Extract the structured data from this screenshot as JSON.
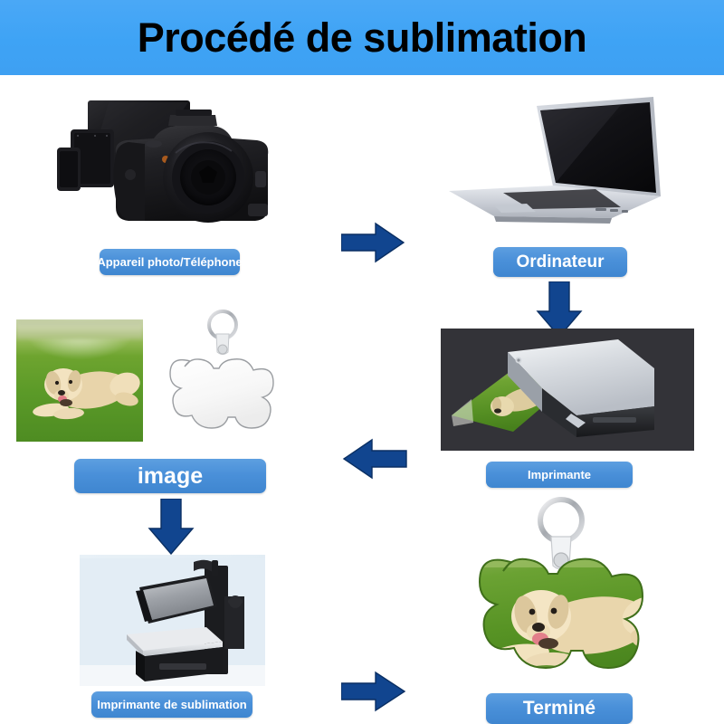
{
  "banner": {
    "title": "Procédé de sublimation",
    "bg_color_start": "#4aa8f6",
    "bg_color_end": "#3ea0f2",
    "text_color": "#000000"
  },
  "theme": {
    "arrow_color": "#11458f",
    "pill_color": "#4a90d9",
    "pill_text_color": "#ffffff",
    "page_bg": "#ffffff"
  },
  "steps": [
    {
      "id": "camera-phone",
      "label": "Appareil photo/Téléphone",
      "label_font_size": 13,
      "image_name": "dslr-camera-tablet-phone-monitor",
      "description": "Appareil photo reflex noir avec tablette, téléphone et écran"
    },
    {
      "id": "computer",
      "label": "Ordinateur",
      "label_font_size": 19,
      "image_name": "silver-laptop",
      "description": "Ordinateur portable argenté à écran noir"
    },
    {
      "id": "printer",
      "label": "Imprimante",
      "label_font_size": 13,
      "image_name": "inkjet-printer-printing-dog-photo",
      "description": "Imprimante imprimant une photo de chien sur fond gris foncé"
    },
    {
      "id": "image",
      "label": "image",
      "label_font_size": 25,
      "image_name": "dog-photo-and-blank-bone-tag",
      "description": "Photo de golden retriever et porte-clés os vierge"
    },
    {
      "id": "sublimation-printer",
      "label": "Imprimante de sublimation",
      "label_font_size": 13,
      "image_name": "heat-press-machine",
      "description": "Presse à chaud de sublimation ouverte"
    },
    {
      "id": "finished",
      "label": "Terminé",
      "label_font_size": 21,
      "image_name": "finished-bone-keychain-with-dog-photo",
      "description": "Porte-clés os terminé avec la photo du chien"
    }
  ],
  "arrows": [
    {
      "id": "camera-to-computer",
      "direction": "right"
    },
    {
      "id": "computer-to-printer",
      "direction": "down"
    },
    {
      "id": "printer-to-image",
      "direction": "left"
    },
    {
      "id": "image-to-press",
      "direction": "down"
    },
    {
      "id": "press-to-finished",
      "direction": "right"
    }
  ]
}
